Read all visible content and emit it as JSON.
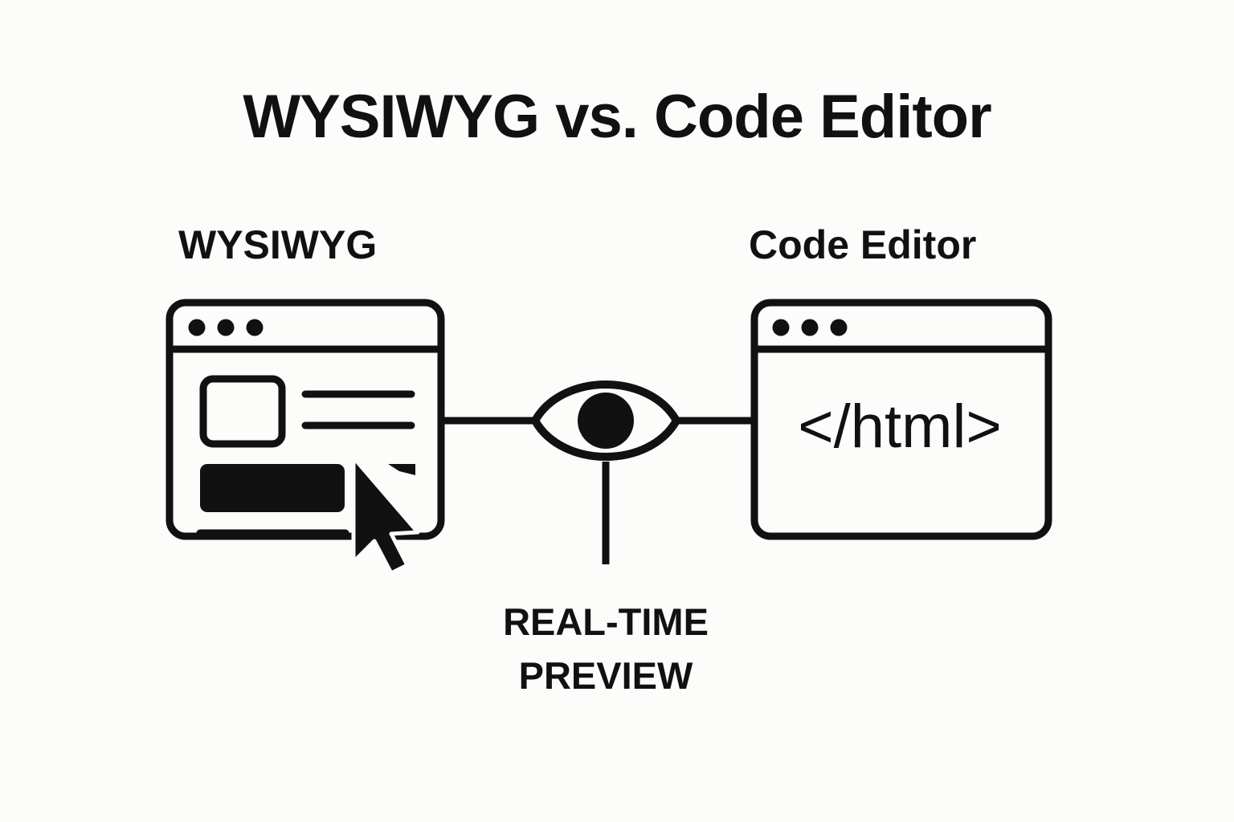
{
  "page": {
    "title": "WYSIWYG vs. Code Editor",
    "background_color": "#fcfcfb",
    "ink_color": "#111111"
  },
  "left_panel": {
    "caption": "WYSIWYG",
    "window": {
      "name": "browser-window-mockup",
      "titlebar_dots": 3,
      "content": {
        "image_placeholder": "image-placeholder-square",
        "text_lines": 2,
        "filled_block": "solid-content-block",
        "cursor": "mouse-pointer-cursor"
      }
    }
  },
  "center": {
    "icon": "eye-icon",
    "label_line_1": "REAL-TIME",
    "label_line_2": "PREVIEW"
  },
  "right_panel": {
    "caption": "Code Editor",
    "window": {
      "name": "code-editor-window-mockup",
      "titlebar_dots": 3,
      "code_text": "</html>"
    }
  }
}
